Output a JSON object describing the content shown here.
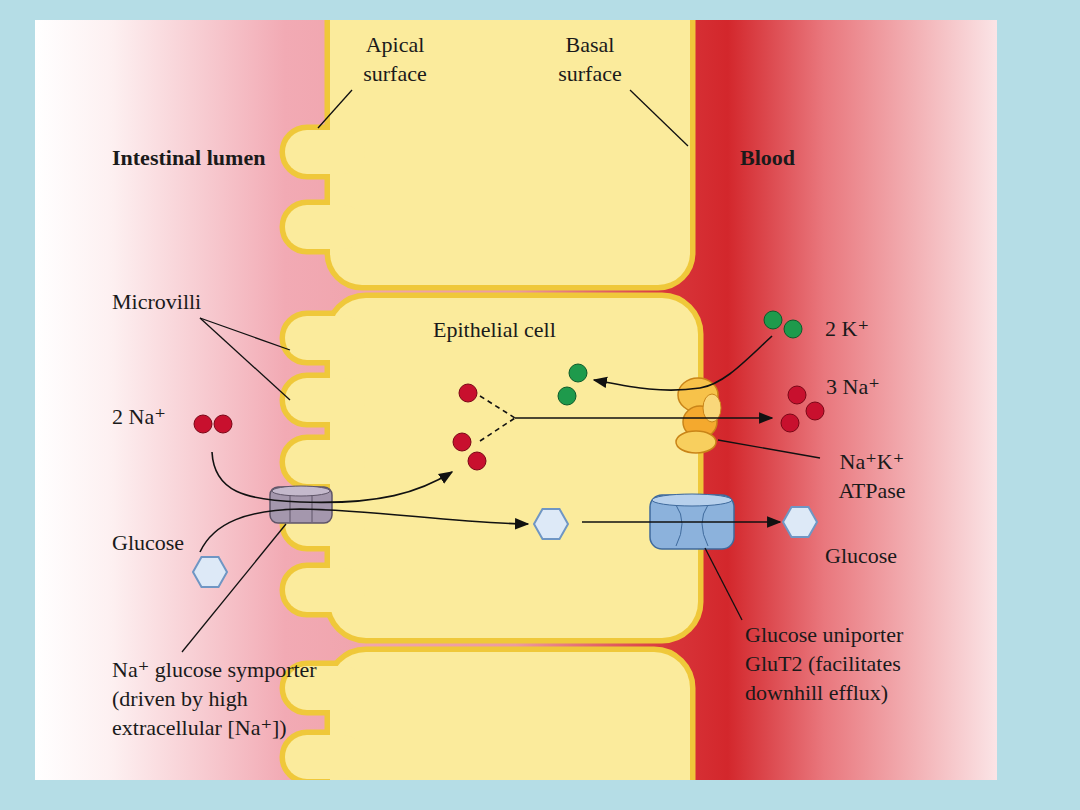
{
  "diagram": {
    "labels": [
      "Apical surface",
      "Basal surface",
      "Intestinal lumen",
      "Blood",
      "Microvilli",
      "Epithelial cell",
      "2 K⁺",
      "3 Na⁺",
      "2 Na⁺",
      "Na⁺K⁺ ATPase",
      "Glucose",
      "Glucose",
      "Na⁺ glucose symporter (driven by high extracellular [Na⁺])",
      "Glucose uniporter GluT2 (facilitates downhill efflux)"
    ]
  }
}
